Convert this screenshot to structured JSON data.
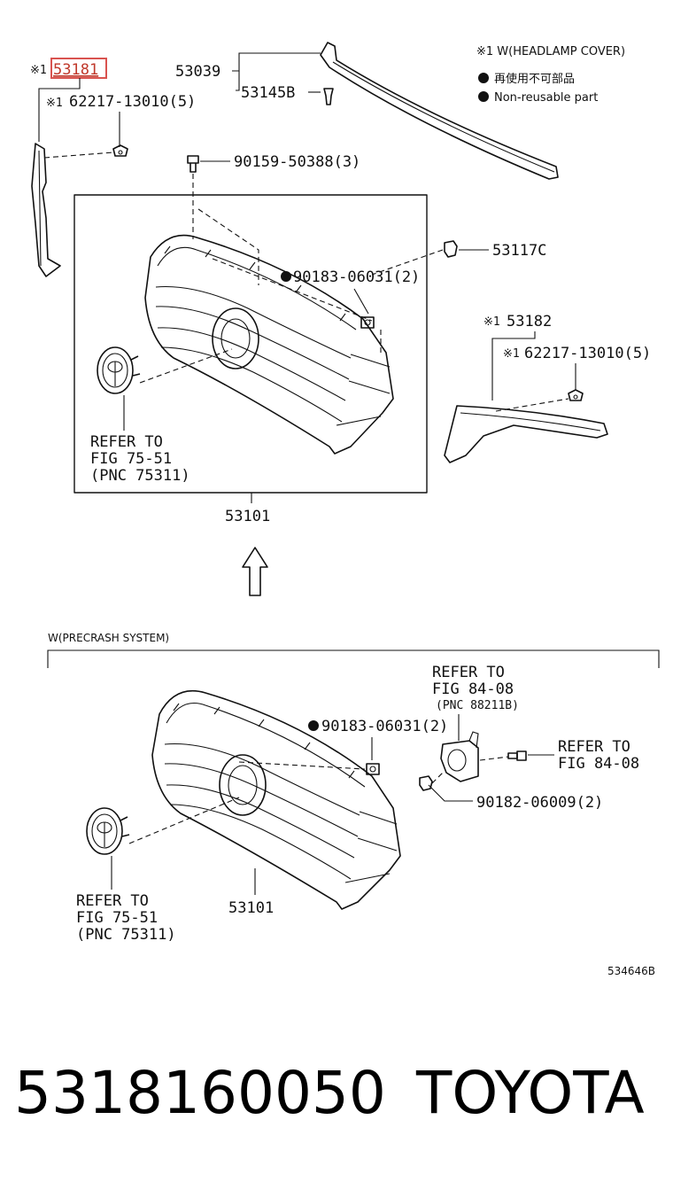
{
  "diagram": {
    "legend": {
      "title": "※1 W(HEADLAMP COVER)",
      "item_jp": "再使用不可部品",
      "item_en": "Non-reusable part"
    },
    "top": {
      "p53181": "53181",
      "p53181_prefix": "※1",
      "p62217_left": "62217-13010(5)",
      "p62217_left_prefix": "※1",
      "p53039": "53039",
      "p53145b": "53145B",
      "p90159": "90159-50388(3)",
      "p53117c": "53117C",
      "p90183": "90183-06031(2)",
      "p53182": "53182",
      "p53182_prefix": "※1",
      "p62217_right": "62217-13010(5)",
      "p62217_right_prefix": "※1",
      "refer_line1": "REFER TO",
      "refer_line2": "FIG 75-51",
      "refer_line3": "(PNC 75311)",
      "p53101": "53101"
    },
    "bottom": {
      "section_title": "W(PRECRASH SYSTEM)",
      "refer84_a_line1": "REFER TO",
      "refer84_a_line2": "FIG 84-08",
      "refer84_a_line3": "(PNC 88211B)",
      "refer84_b_line1": "REFER TO",
      "refer84_b_line2": "FIG 84-08",
      "p90183": "90183-06031(2)",
      "p90182": "90182-06009(2)",
      "refer_line1": "REFER TO",
      "refer_line2": "FIG 75-51",
      "refer_line3": "(PNC 75311)",
      "p53101": "53101"
    },
    "diagram_code": "534646B"
  },
  "footer": {
    "part_number": "5318160050",
    "brand": "TOYOTA"
  },
  "colors": {
    "highlight": "#d9534f",
    "ink": "#111111"
  }
}
